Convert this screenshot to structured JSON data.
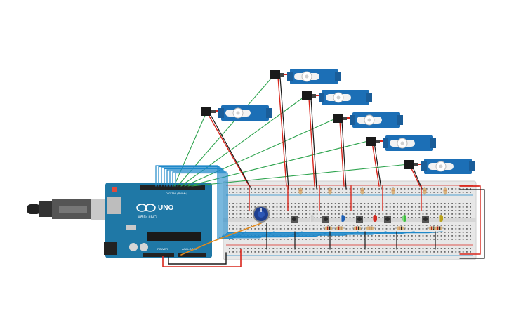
{
  "arduino": {
    "logo": "ARDUINO",
    "model": "UNO",
    "digital_label": "DIGITAL (PWM~)",
    "power_label": "POWER",
    "analog_label": "ANALOG IN"
  },
  "colors": {
    "board": "#1f78a6",
    "wire_signal": "#2fa44f",
    "wire_power": "#d9261c",
    "wire_ground": "#1a1a1a",
    "wire_data": "#1e88c9",
    "wire_pot": "#e08a1e",
    "servo_body": "#1c6fb6",
    "breadboard": "#e7e7e7"
  },
  "servos": [
    {
      "name": "servo-1"
    },
    {
      "name": "servo-2"
    },
    {
      "name": "servo-3"
    },
    {
      "name": "servo-4"
    },
    {
      "name": "servo-5"
    },
    {
      "name": "servo-6"
    }
  ],
  "buttons": [
    {
      "name": "button-1",
      "cap": "gray"
    },
    {
      "name": "button-2",
      "cap": "gray"
    },
    {
      "name": "button-3",
      "cap": "gray"
    },
    {
      "name": "button-4",
      "cap": "gray"
    },
    {
      "name": "button-5",
      "cap": "gray"
    }
  ],
  "leds": [
    {
      "name": "led-white",
      "color": "#cfcfcf"
    },
    {
      "name": "led-blue",
      "color": "#1e5fb3"
    },
    {
      "name": "led-red",
      "color": "#d12a22"
    },
    {
      "name": "led-green",
      "color": "#3cbf3c"
    },
    {
      "name": "led-yellow",
      "color": "#b9a21a"
    }
  ]
}
